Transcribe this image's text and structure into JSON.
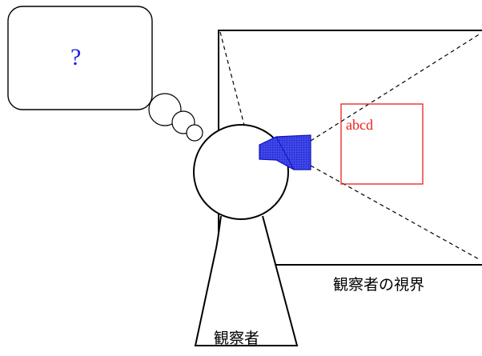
{
  "thought_bubble": {
    "text": "?"
  },
  "target": {
    "text": "abcd"
  },
  "labels": {
    "field_of_view": "観察者の視界",
    "observer": "観察者"
  },
  "colors": {
    "stroke": "#000000",
    "bubble_text": "#1f1fdd",
    "target": "#e8201c",
    "eye_fill": "#2d35e6",
    "eye_stroke": "#1010c0"
  },
  "icons": {
    "eye": "eye-patch-icon"
  }
}
